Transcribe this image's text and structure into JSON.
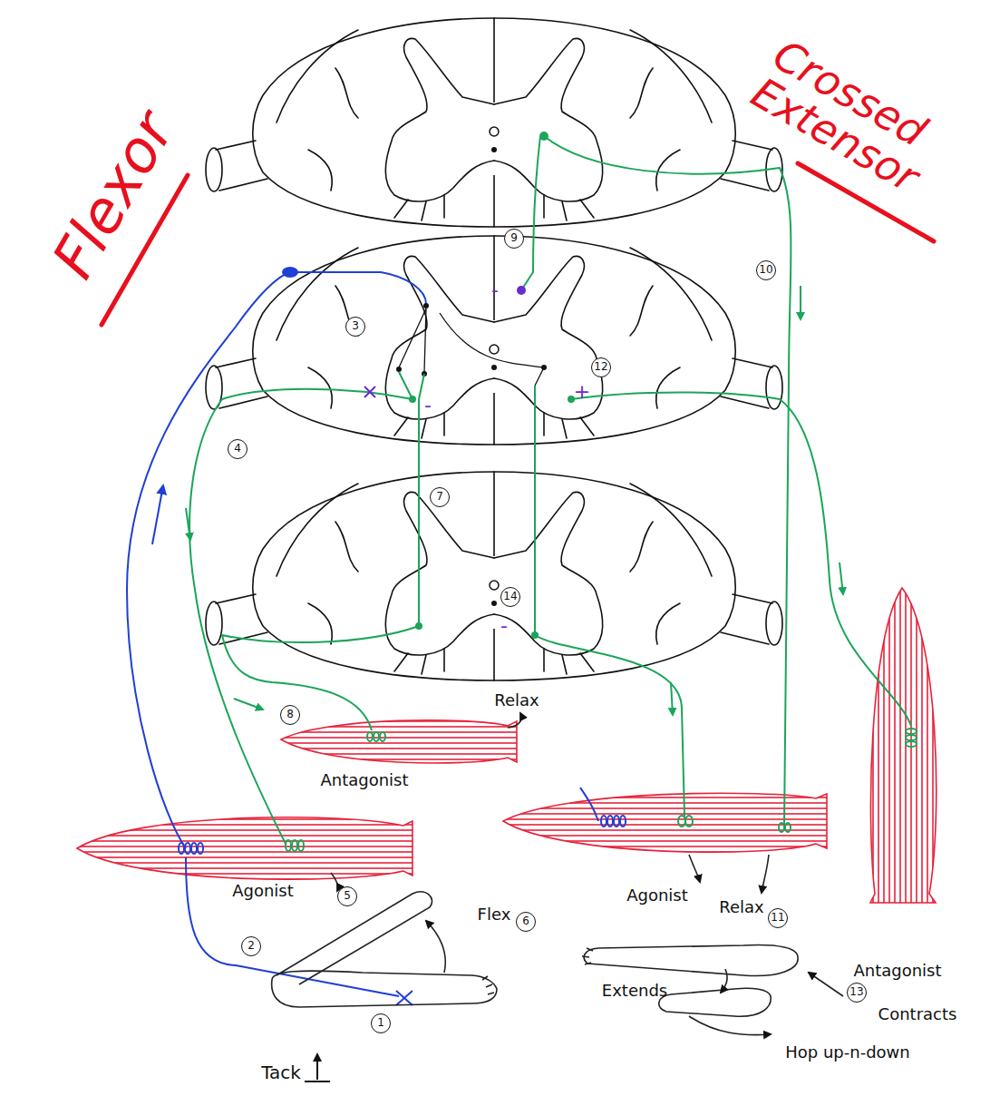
{
  "diagram": {
    "labels": [
      "Flexor",
      "Crossed Extensor",
      "Tack",
      "1",
      "2",
      "3",
      "4",
      "5",
      "Flex",
      "6",
      "Agonist",
      "Antagonist",
      "Relax",
      "7",
      "8",
      "9",
      "10",
      "11",
      "12",
      "13",
      "14",
      "Agonist",
      "Relax",
      "Antagonist",
      "Contracts",
      "Extends",
      "Hop up-n-down",
      "+",
      "-",
      "-",
      "-"
    ]
  }
}
